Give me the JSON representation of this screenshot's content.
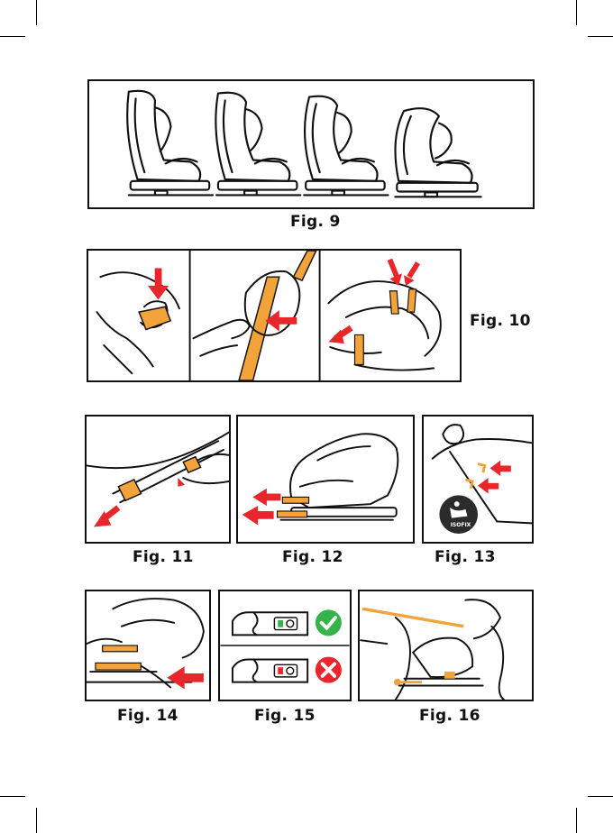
{
  "colors": {
    "accent_orange": "#f2a33a",
    "arrow_red": "#e8262b",
    "ok_green": "#35b34a",
    "bad_red": "#e8262b",
    "badge_dark": "#2b2b2b",
    "line": "#111111"
  },
  "figures": {
    "fig9": {
      "caption": "Fig. 9"
    },
    "fig10": {
      "caption": "Fig. 10"
    },
    "fig11": {
      "caption": "Fig. 11"
    },
    "fig12": {
      "caption": "Fig. 12"
    },
    "fig13": {
      "caption": "Fig. 13",
      "badge_text": "ISOFIX"
    },
    "fig14": {
      "caption": "Fig. 14"
    },
    "fig15": {
      "caption": "Fig. 15"
    },
    "fig16": {
      "caption": "Fig. 16"
    }
  },
  "icons": [
    "arrow-icon",
    "checkmark-icon",
    "cross-icon",
    "isofix-badge-icon"
  ]
}
